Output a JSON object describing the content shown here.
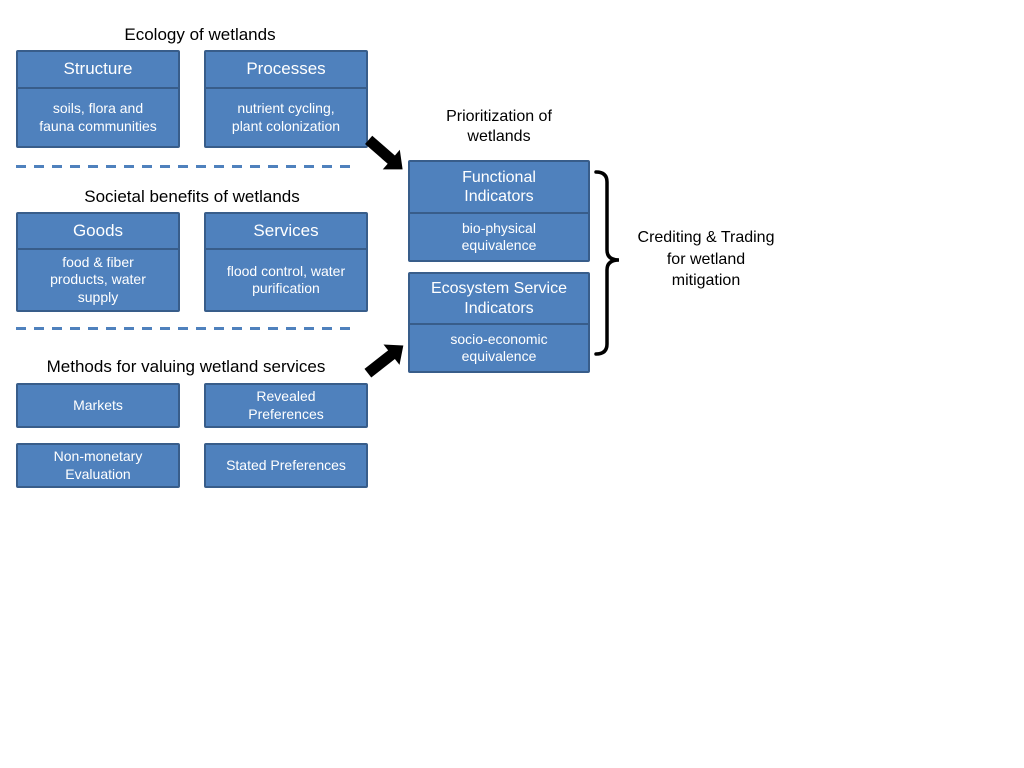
{
  "palette": {
    "box_fill": "#4f81bd",
    "box_border": "#385d8a",
    "dashed_line": "#4f81bd",
    "arrow_color": "#000000",
    "heading_text": "#000000",
    "box_text": "#ffffff",
    "background": "#ffffff"
  },
  "icons": {
    "arrow_down_right": "thick-black-block-arrow",
    "arrow_up_right": "thick-black-block-arrow",
    "brace": "right-curly-brace"
  },
  "ecology": {
    "heading": "Ecology of wetlands",
    "boxes": [
      {
        "title": "Structure",
        "body": "soils, flora and\nfauna communities"
      },
      {
        "title": "Processes",
        "body": "nutrient cycling,\nplant colonization"
      }
    ]
  },
  "societal": {
    "heading": "Societal benefits of wetlands",
    "boxes": [
      {
        "title": "Goods",
        "body": "food & fiber\nproducts, water\nsupply"
      },
      {
        "title": "Services",
        "body": "flood control, water\npurification"
      }
    ]
  },
  "methods": {
    "heading": "Methods for valuing wetland services",
    "boxes": [
      {
        "label": "Markets"
      },
      {
        "label": "Revealed\nPreferences"
      },
      {
        "label": "Non-monetary\nEvaluation"
      },
      {
        "label": "Stated Preferences"
      }
    ]
  },
  "prioritization": {
    "heading": "Prioritization of\nwetlands",
    "boxes": [
      {
        "title": "Functional\nIndicators",
        "body": "bio-physical\nequivalence"
      },
      {
        "title": "Ecosystem Service\nIndicators",
        "body": "socio-economic\nequivalence"
      }
    ]
  },
  "brace": {
    "label": "Crediting & Trading\nfor wetland\nmitigation"
  }
}
